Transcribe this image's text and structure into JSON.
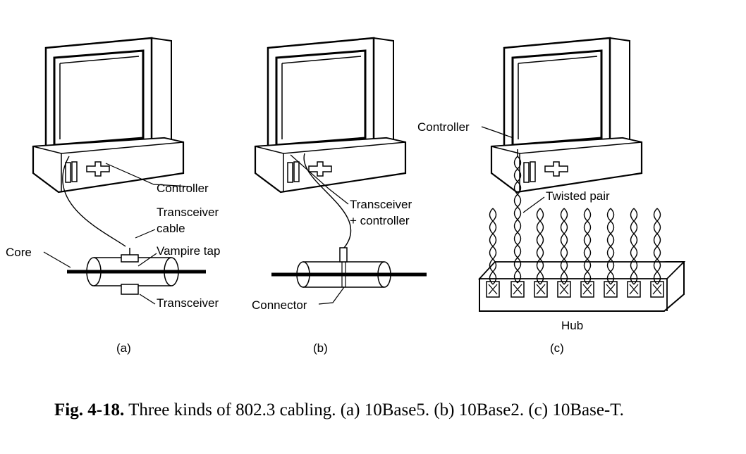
{
  "panels": {
    "a": {
      "tag": "(a)",
      "labels": {
        "controller": "Controller",
        "transceiver_cable_1": "Transceiver",
        "transceiver_cable_2": "cable",
        "core": "Core",
        "vampire_tap": "Vampire tap",
        "transceiver": "Transceiver"
      }
    },
    "b": {
      "tag": "(b)",
      "labels": {
        "transceiver_controller_1": "Transceiver",
        "transceiver_controller_2": "+ controller",
        "connector": "Connector"
      }
    },
    "c": {
      "tag": "(c)",
      "labels": {
        "controller": "Controller",
        "twisted_pair": "Twisted pair",
        "hub": "Hub"
      }
    }
  },
  "caption": {
    "label": "Fig. 4-18.",
    "text": "Three kinds of 802.3 cabling. (a) 10Base5. (b) 10Base2. (c) 10Base-T."
  }
}
